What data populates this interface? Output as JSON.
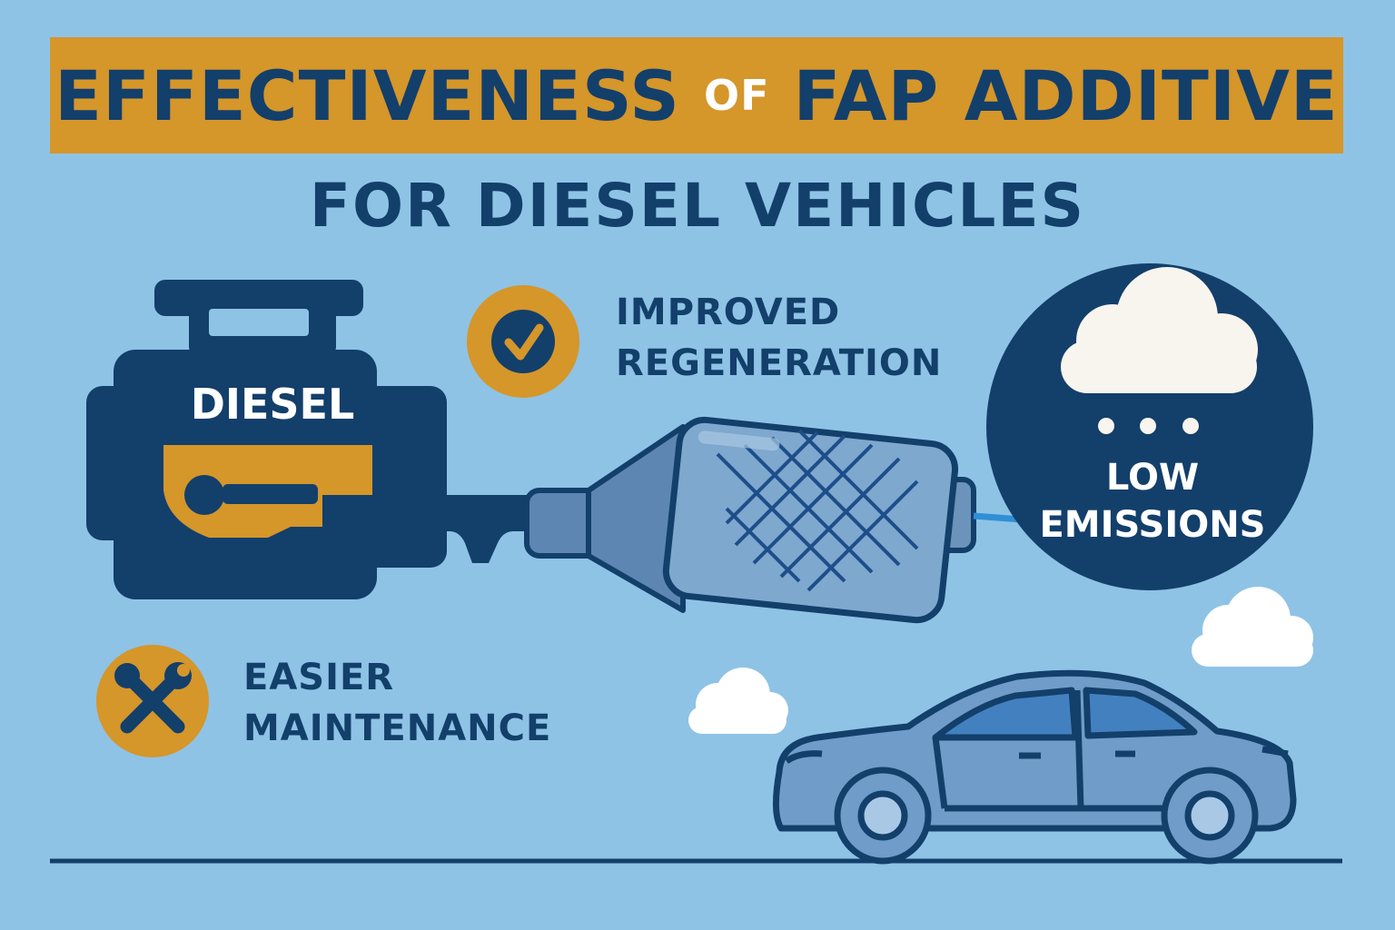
{
  "title": {
    "part1": "EFFECTIVENESS",
    "connector": "OF",
    "part2": "FAP ADDITIVE"
  },
  "subtitle": "FOR DIESEL VEHICLES",
  "engine": {
    "label": "DIESEL"
  },
  "benefits": [
    {
      "icon": "check-icon",
      "line1": "IMPROVED",
      "line2": "REGENERATION"
    },
    {
      "icon": "wrench-icon",
      "line1": "EASIER",
      "line2": "MAINTENANCE"
    }
  ],
  "emissions": {
    "icon": "cloud-icon",
    "line1": "LOW",
    "line2": "EMISSIONS"
  },
  "colors": {
    "background": "#8ec3e6",
    "banner": "#d5962a",
    "navy": "#133f6b",
    "white": "#ffffff"
  }
}
